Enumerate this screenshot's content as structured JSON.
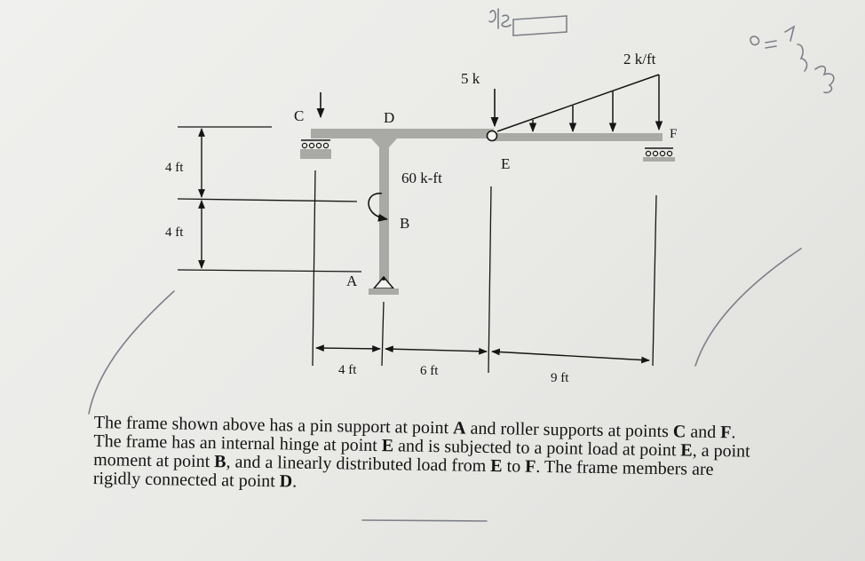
{
  "labels": {
    "point_c": "C",
    "point_d": "D",
    "point_e": "E",
    "point_f": "F",
    "point_a": "A",
    "point_b": "B",
    "load_e": "5 k",
    "dist_load": "2 k/ft",
    "moment_b": "60 k-ft",
    "dim_v_upper": "4 ft",
    "dim_v_lower": "4 ft",
    "dim_h_ca": "4 ft",
    "dim_h_ae": "6 ft",
    "dim_h_ef": "9 ft"
  },
  "caption": {
    "t1": "The frame shown above has a pin support at point ",
    "b1": "A",
    "t2": " and roller supports at points ",
    "b2": "C",
    "t3": " and ",
    "b3": "F",
    "t4": ". The frame has an internal hinge at point ",
    "b4": "E",
    "t5": " and is subjected to a point load at point ",
    "b5": "E",
    "t6": ", a point moment at point ",
    "b6": "B",
    "t7": ", and a linearly distributed load from ",
    "b7": "E",
    "t8": " to ",
    "b8": "F",
    "t9": ". The frame members are rigidly connected at point ",
    "b9": "D",
    "t10": "."
  },
  "colors": {
    "member": "#a9a9a5",
    "ink": "#151515",
    "pencil": "#7d8088"
  }
}
